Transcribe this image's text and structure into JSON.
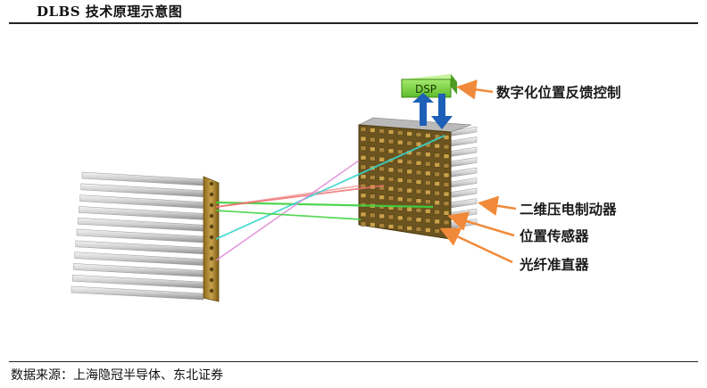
{
  "title": "DLBS 技术原理示意图",
  "source": "数据来源：上海隐冠半导体、东北证券",
  "dsp_label": "DSP",
  "annotations": {
    "dsp_control": "数字化位置反馈控制",
    "actuator": "二维压电制动器",
    "sensor": "位置传感器",
    "collimator": "光纤准直器"
  },
  "colors": {
    "arrow": "#f08a3a",
    "dsp_box": "#7fd24a",
    "feedback_arrows": "#1e5fb8",
    "frame": "#b8902e",
    "beam_green": "#3fd23f",
    "beam_red": "#ee6f6f",
    "beam_cyan": "#38d6d0",
    "beam_pink": "#e08ad8"
  }
}
